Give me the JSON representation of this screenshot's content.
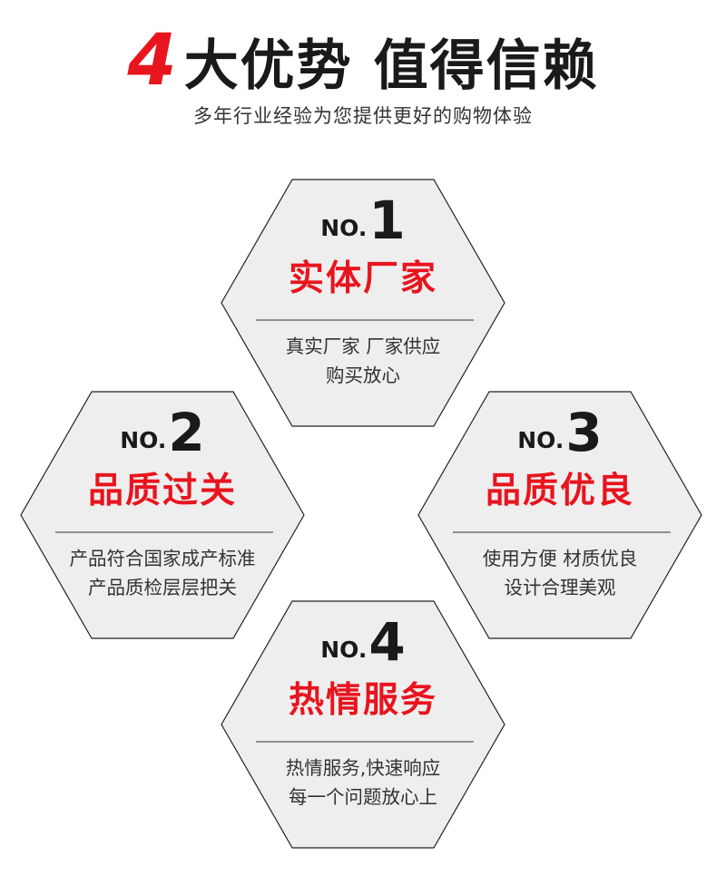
{
  "header": {
    "number": "4",
    "title": "大优势 值得信赖",
    "subtitle": "多年行业经验为您提供更好的购物体验"
  },
  "colors": {
    "accent": "#e8141e",
    "hex_fill": "#eeeeee",
    "hex_border": "#222222"
  },
  "cards": [
    {
      "no_prefix": "NO.",
      "no": "1",
      "name": "实体厂家",
      "line1": "真实厂家 厂家供应",
      "line2": "购买放心"
    },
    {
      "no_prefix": "NO.",
      "no": "2",
      "name": "品质过关",
      "line1": "产品符合国家成产标准",
      "line2": "产品质检层层把关"
    },
    {
      "no_prefix": "NO.",
      "no": "3",
      "name": "品质优良",
      "line1": "使用方便 材质优良",
      "line2": "设计合理美观"
    },
    {
      "no_prefix": "NO.",
      "no": "4",
      "name": "热情服务",
      "line1": "热情服务,快速响应",
      "line2": "每一个问题放心上"
    }
  ]
}
